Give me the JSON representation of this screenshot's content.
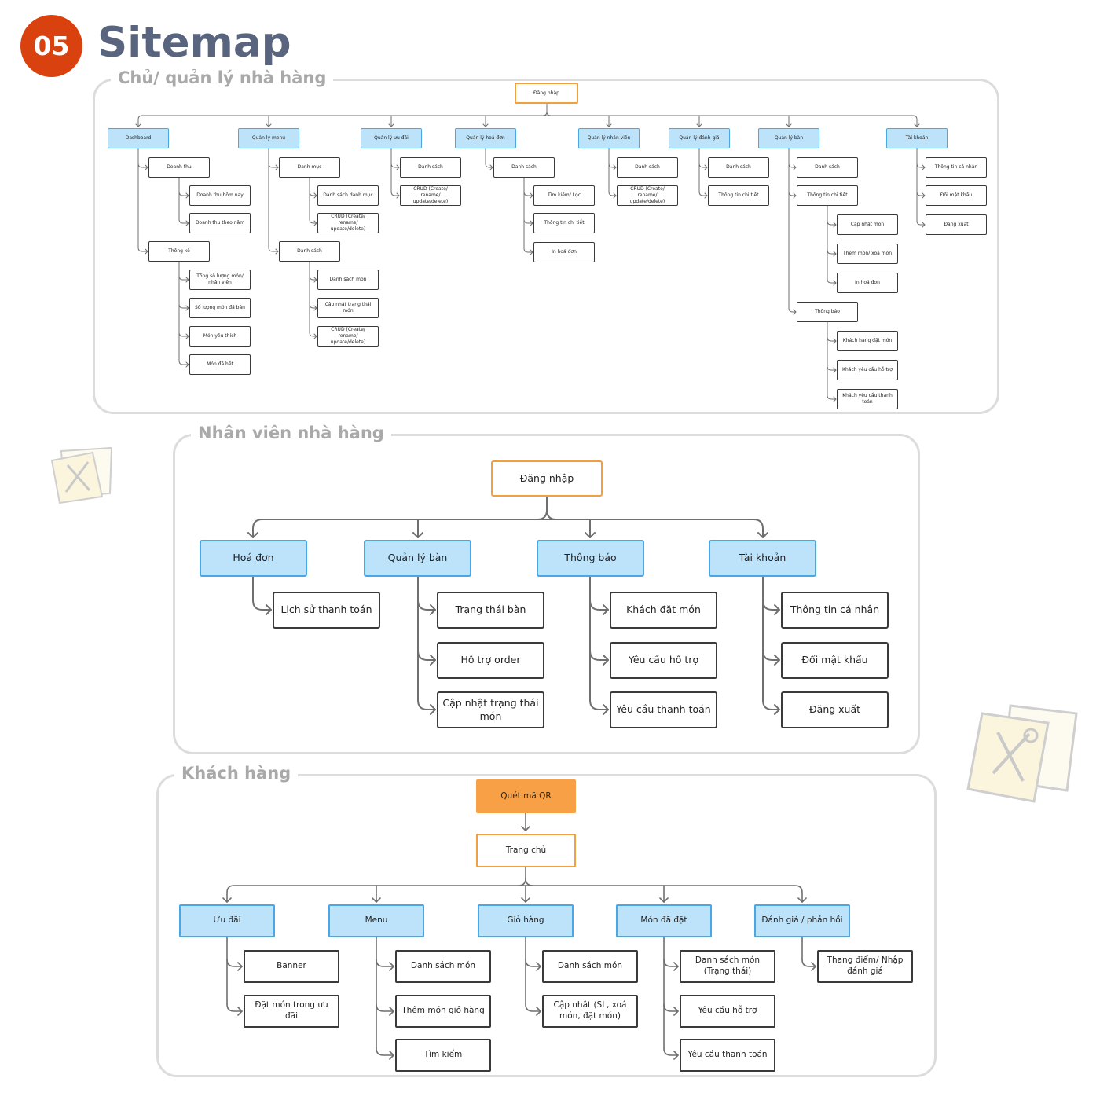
{
  "header": {
    "number": "05",
    "title": "Sitemap"
  },
  "sections": {
    "owner": {
      "title": "Chủ/ quản lý nhà hàng",
      "root": "Đăng nhập",
      "nodes": {
        "dashboard": "Dashboard",
        "doanh_thu": "Doanh thu",
        "dt_hom_nay": "Doanh thu hôm nay",
        "dt_theo_nam": "Doanh thu theo năm",
        "thong_ke": "Thống kê",
        "tk_tong_so": "Tổng số lượng món/ nhân viên",
        "tk_so_luong": "Số lượng món đã bán",
        "tk_yeu_thich": "Món yêu thích",
        "tk_da_het": "Món đã hết",
        "ql_menu": "Quản lý menu",
        "danh_muc": "Danh mục",
        "ds_danh_muc": "Danh sách danh mục",
        "crud_danh_muc": "CRUD (Create/ rename/ update/delete)",
        "menu_danh_sach": "Danh sách",
        "ds_mon": "Danh sách món",
        "cap_nhat_tt_mon": "Cập nhật trạng thái món",
        "crud_mon": "CRUD (Create/ rename/ update/delete)",
        "ql_uu_dai": "Quản lý ưu đãi",
        "ud_danh_sach": "Danh sách",
        "ud_crud": "CRUD (Create/ rename/ update/delete)",
        "ql_hoa_don": "Quản lý hoá đơn",
        "hd_danh_sach": "Danh sách",
        "hd_tim_kiem": "Tìm kiếm/ Lọc",
        "hd_thong_tin": "Thông tin chi tiết",
        "hd_in": "In hoá đơn",
        "ql_nhan_vien": "Quản lý nhân viên",
        "nv_danh_sach": "Danh sách",
        "nv_crud": "CRUD (Create/ rename/ update/delete)",
        "ql_danh_gia": "Quản lý đánh giá",
        "dg_danh_sach": "Danh sách",
        "dg_thong_tin": "Thông tin chi tiết",
        "ql_ban": "Quản lý bàn",
        "ban_danh_sach": "Danh sách",
        "ban_thong_tin": "Thông tin chi tiết",
        "ban_cap_nhat_mon": "Cập nhật món",
        "ban_them_xoa": "Thêm món/ xoá món",
        "ban_in_hd": "In hoá đơn",
        "ban_thong_bao": "Thông báo",
        "tb_dat_mon": "Khách hàng đặt món",
        "tb_ho_tro": "Khách yêu cầu hỗ trợ",
        "tb_thanh_toan": "Khách yêu cầu thanh toán",
        "tai_khoan": "Tài khoản",
        "tk_thong_tin": "Thông tin cá nhân",
        "tk_doi_mk": "Đổi mật khẩu",
        "tk_dang_xuat": "Đăng xuất"
      }
    },
    "staff": {
      "title": "Nhân viên nhà hàng",
      "root": "Đăng nhập",
      "nodes": {
        "hoa_don": "Hoá đơn",
        "lich_su": "Lịch sử thanh toán",
        "ql_ban": "Quản lý bàn",
        "trang_thai_ban": "Trạng thái bàn",
        "ho_tro_order": "Hỗ trợ order",
        "cap_nhat_tt_mon": "Cập nhật trạng thái món",
        "thong_bao": "Thông báo",
        "khach_dat_mon": "Khách đặt món",
        "yc_ho_tro": "Yêu cầu hỗ trợ",
        "yc_thanh_toan": "Yêu cầu thanh toán",
        "tai_khoan": "Tài khoản",
        "thong_tin": "Thông tin cá nhân",
        "doi_mk": "Đổi mật khẩu",
        "dang_xuat": "Đăng xuất"
      }
    },
    "customer": {
      "title": "Khách hàng",
      "nodes": {
        "quet_qr": "Quét mã QR",
        "trang_chu": "Trang chủ",
        "uu_dai": "Ưu đãi",
        "banner": "Banner",
        "dat_mon_ud": "Đặt món trong ưu đãi",
        "menu": "Menu",
        "menu_ds_mon": "Danh sách món",
        "them_mon": "Thêm món giỏ hàng",
        "tim_kiem": "Tìm kiếm",
        "gio_hang": "Giỏ hàng",
        "gh_ds_mon": "Danh sách món",
        "gh_cap_nhat": "Cập nhật (SL, xoá món, đặt món)",
        "mon_da_dat": "Món đã đặt",
        "mdd_ds_mon": "Danh sách món (Trạng thái)",
        "mdd_ho_tro": "Yêu cầu hỗ trợ",
        "mdd_thanh_toan": "Yêu cầu thanh toán",
        "danh_gia": "Đánh giá / phản hồi",
        "thang_diem": "Thang điểm/ Nhập đánh giá"
      }
    }
  },
  "colors": {
    "badge": "#d9410e",
    "title": "#59657e",
    "category_fill": "#bde3fb",
    "category_border": "#49a7e6",
    "root_border": "#f0a040",
    "qr_fill": "#f8a045",
    "panel_border": "#dcdcdc"
  },
  "icons": [
    "fork-knife-menu-icon"
  ]
}
